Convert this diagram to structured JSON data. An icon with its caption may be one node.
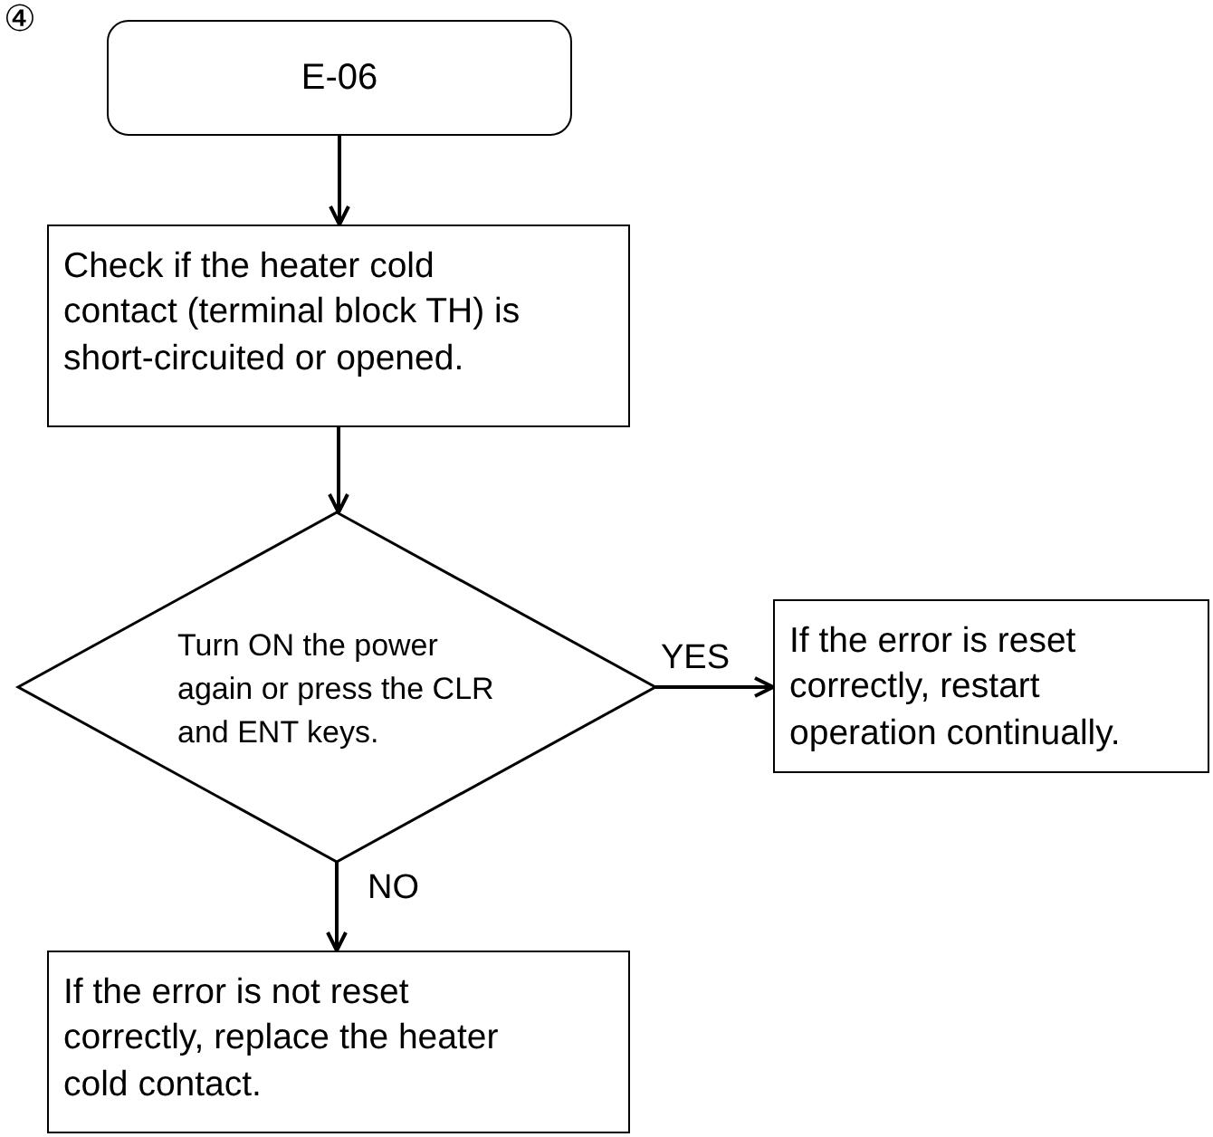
{
  "diagram": {
    "nodes": [
      {
        "text": [
          "E-06"
        ]
      },
      {
        "text": [
          "Check if the heater cold contact (terminal block TH) is short-circuited or opened."
        ]
      },
      {
        "text": [
          "Turn ON the power again or press the CLR and ENT keys."
        ]
      },
      {
        "text": [
          "If the error is reset correctly, restart operation continually."
        ]
      },
      {
        "text": [
          "If the error is not reset correctly, replace the heater cold contact."
        ]
      }
    ],
    "edges": [
      {
        "from": 0,
        "to": 1,
        "arrow": "to"
      },
      {
        "from": 1,
        "to": 2,
        "arrow": "to"
      },
      {
        "from": 2,
        "to": 3,
        "arrow": "to",
        "label": "YES"
      },
      {
        "from": 2,
        "to": 4,
        "arrow": "to",
        "label": "NO"
      }
    ],
    "labels": [
      "④"
    ]
  }
}
